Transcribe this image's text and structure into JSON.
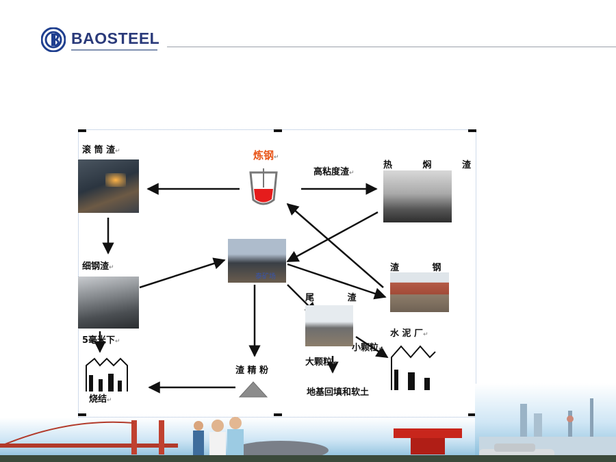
{
  "header": {
    "brand_text": "BAOSTEEL"
  },
  "diagram": {
    "steelmaking": "炼钢",
    "high_viscosity_slag": "高粘度渣",
    "hot_braising_slag": "热 焖 渣",
    "drum_slag": "滚 筒 渣",
    "fine_steel_slag": "细钢渣",
    "under_5mm": "5毫米下",
    "slag_steel": "渣 钢",
    "tailings": "尾 渣",
    "cement_plant": "水 泥 厂",
    "small_particles": "小颗粒",
    "large_particles": "大颗粒",
    "slag_fine_powder": "渣 精 粉",
    "sintering": "烧结",
    "foundation_fill": "地基回填和软土",
    "photo_watermark": "泰矿场"
  },
  "colors": {
    "brand": "#2a3a7a",
    "steel_label": "#e8561a",
    "ladle": "#e51c1c",
    "powder": "#8c8c8c"
  }
}
